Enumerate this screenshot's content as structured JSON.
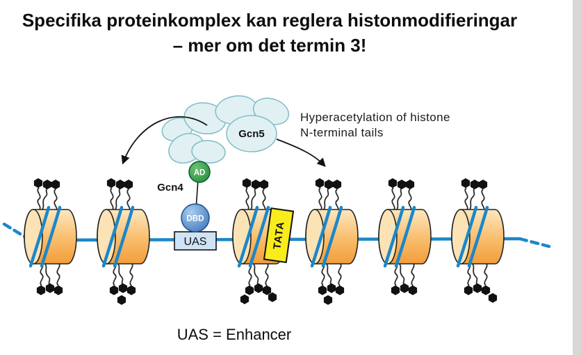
{
  "title": {
    "line1": "Specifika proteinkomplex kan reglera histonmodifieringar",
    "line2": "– mer om det termin 3!"
  },
  "annotation": {
    "line1": "Hyperacetylation of histone",
    "line2": "N-terminal tails"
  },
  "labels": {
    "gcn5": "Gcn5",
    "gcn4": "Gcn4",
    "ad": "AD",
    "dbd": "DBD",
    "uas": "UAS",
    "tata": "TATA"
  },
  "caption": "UAS = Enhancer",
  "colors": {
    "dna_blue": "#1b87c9",
    "nucleosome_orange": "#f8b55e",
    "nucleosome_rim": "#fbe3b6",
    "complex_fill": "#e1f1f3",
    "complex_stroke": "#86bfc8",
    "ad_green": "#2f9e49",
    "dbd_blue": "#4a86c8",
    "uas_fill": "#cfe3f5",
    "tata_yellow": "#f8ec1c",
    "acetyl_black": "#111111",
    "edge_strip": "#d8d8d8"
  }
}
